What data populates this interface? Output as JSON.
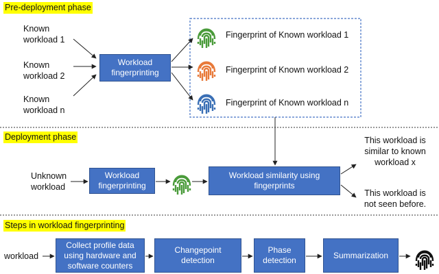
{
  "pre": {
    "title": "Pre-deployment phase",
    "known_1_a": "Known",
    "known_1_b": "workload 1",
    "known_2_a": "Known",
    "known_2_b": "workload 2",
    "known_n_a": "Known",
    "known_n_b": "workload n",
    "box_a": "Workload",
    "box_b": "fingerprinting",
    "fp_1": "Fingerprint of Known workload 1",
    "fp_2": "Fingerprint of Known workload 2",
    "fp_n": "Fingerprint of Known workload n",
    "fp_colors": [
      "#4a9b3a",
      "#e87a3a",
      "#3a6fb5"
    ]
  },
  "deploy": {
    "title": "Deployment phase",
    "unknown_a": "Unknown",
    "unknown_b": "workload",
    "box_a": "Workload",
    "box_b": "fingerprinting",
    "sim_a": "Workload similarity using",
    "sim_b": "fingerprints",
    "res1_a": "This workload is",
    "res1_b": "similar to known",
    "res1_c": "workload x",
    "res2_a": "This workload is",
    "res2_b": "not seen before.",
    "fp_color": "#4a9b3a"
  },
  "steps": {
    "title": "Steps in workload fingerprinting",
    "input": "workload",
    "s1_a": "Collect profile data",
    "s1_b": "using hardware and",
    "s1_c": "software counters",
    "s2_a": "Changepoint",
    "s2_b": "detection",
    "s3_a": "Phase",
    "s3_b": "detection",
    "s4": "Summarization",
    "fp_color": "#111111"
  },
  "colors": {
    "box": "#4472c4",
    "highlight": "#ffff00",
    "dashed": "#4472c4"
  }
}
